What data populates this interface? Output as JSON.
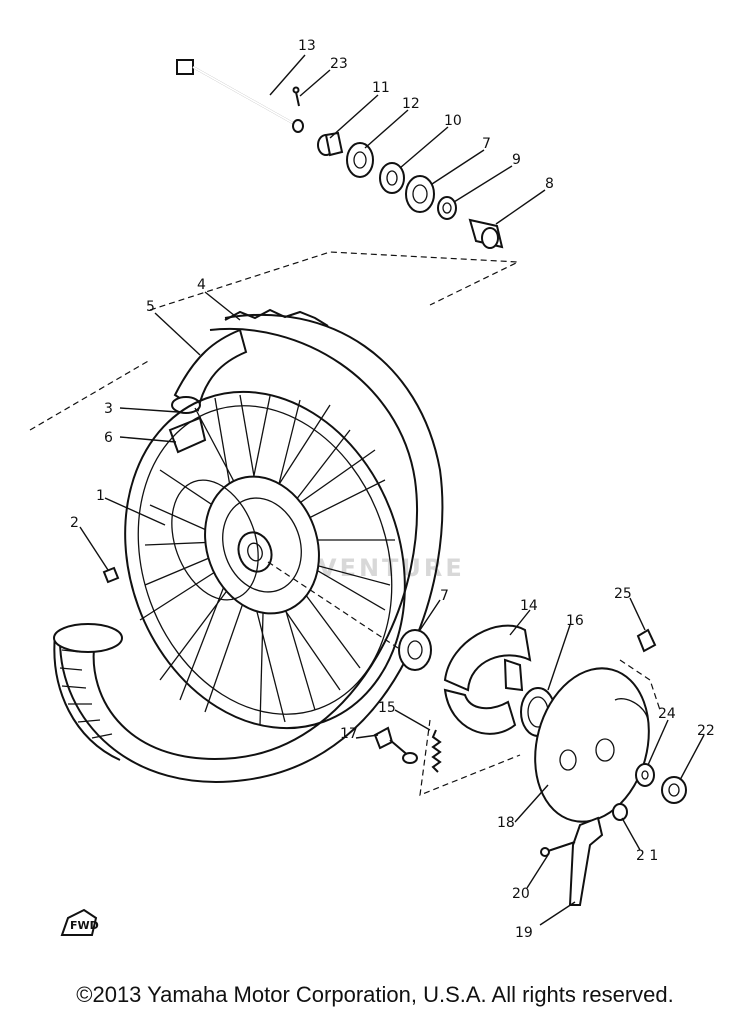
{
  "diagram": {
    "watermark": "VENTURE",
    "forward_marker": "FWD",
    "callouts": {
      "c1": "1",
      "c2": "2",
      "c3": "3",
      "c4": "4",
      "c5": "5",
      "c6": "6",
      "c7a": "7",
      "c7b": "7",
      "c8": "8",
      "c9": "9",
      "c10": "10",
      "c11": "11",
      "c12": "12",
      "c13": "13",
      "c14": "14",
      "c15": "15",
      "c16": "16",
      "c17": "17",
      "c18": "18",
      "c19": "19",
      "c20": "20",
      "c21": "2 1",
      "c22": "22",
      "c23": "23",
      "c24": "24",
      "c25": "25"
    }
  },
  "footer": {
    "copyright": "©2013 Yamaha Motor Corporation, U.S.A. All rights reserved."
  }
}
